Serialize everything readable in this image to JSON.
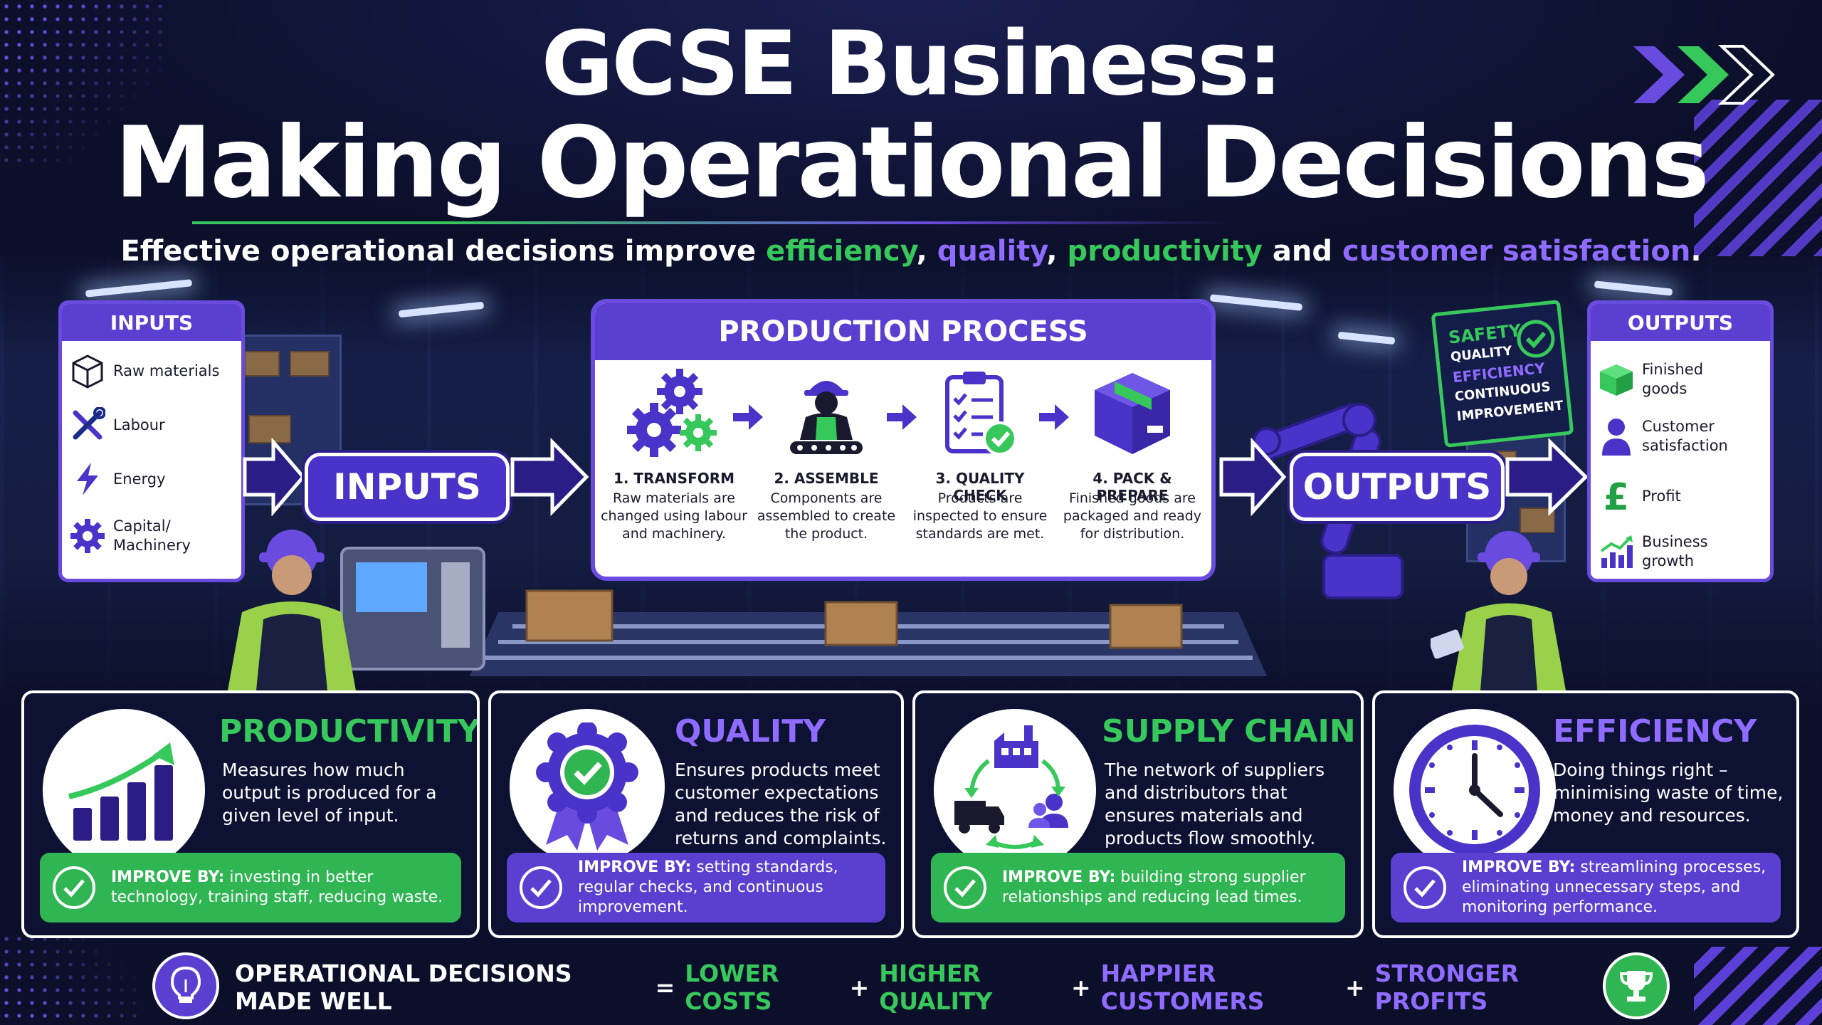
{
  "header": {
    "title_line1": "GCSE Business:",
    "title_line2": "Making Operational Decisions",
    "subtitle_pre": "Effective operational decisions improve",
    "subtitle_w1": "efficiency",
    "subtitle_sep1": ",",
    "subtitle_w2": "quality",
    "subtitle_sep2": ",",
    "subtitle_w3": "productivity",
    "subtitle_and": "and",
    "subtitle_w4": "customer satisfaction",
    "subtitle_end": "."
  },
  "inputs_card": {
    "title": "INPUTS",
    "items": [
      {
        "label": "Raw materials",
        "icon": "cube-icon"
      },
      {
        "label": "Labour",
        "icon": "tools-icon"
      },
      {
        "label": "Energy",
        "icon": "lightning-icon"
      },
      {
        "label": "Capital/ Machinery",
        "icon": "gear-icon"
      }
    ]
  },
  "flow": {
    "inputs_label": "INPUTS",
    "outputs_label": "OUTPUTS"
  },
  "process": {
    "title": "PRODUCTION PROCESS",
    "steps": [
      {
        "title": "1. TRANSFORM",
        "desc": "Raw materials are changed using labour and machinery.",
        "icon": "gears-icon"
      },
      {
        "title": "2. ASSEMBLE",
        "desc": "Components are assembled to create the product.",
        "icon": "worker-icon"
      },
      {
        "title": "3. QUALITY CHECK",
        "desc": "Products are inspected to ensure standards are met.",
        "icon": "clipboard-check-icon"
      },
      {
        "title": "4. PACK & PREPARE",
        "desc": "Finished goods are packaged and ready for distribution.",
        "icon": "package-icon"
      }
    ]
  },
  "sign": {
    "line1": "SAFETY",
    "line2": "QUALITY",
    "line3": "EFFICIENCY",
    "line4": "CONTINUOUS",
    "line5": "IMPROVEMENT"
  },
  "outputs_card": {
    "title": "OUTPUTS",
    "items": [
      {
        "label": "Finished goods",
        "icon": "box-icon"
      },
      {
        "label": "Customer satisfaction",
        "icon": "person-icon"
      },
      {
        "label": "Profit",
        "icon": "pound-icon"
      },
      {
        "label": "Business growth",
        "icon": "growth-chart-icon"
      }
    ]
  },
  "cards": [
    {
      "title": "PRODUCTIVITY",
      "desc": "Measures how much output is produced for a given level of input.",
      "improve_label": "IMPROVE BY:",
      "improve_text": "investing in better technology, training staff, reducing waste.",
      "accent": "#37c85c"
    },
    {
      "title": "QUALITY",
      "desc": "Ensures products meet customer expectations and reduces the risk of returns and complaints.",
      "improve_label": "IMPROVE BY:",
      "improve_text": "setting standards, regular checks, and continuous improvement.",
      "accent": "#8f6bff"
    },
    {
      "title": "SUPPLY CHAIN",
      "desc": "The network of suppliers and distributors that ensures materials and products flow smoothly.",
      "improve_label": "IMPROVE BY:",
      "improve_text": "building strong supplier relationships and reducing lead times.",
      "accent": "#37c85c"
    },
    {
      "title": "EFFICIENCY",
      "desc": "Doing things right – minimising waste of time, money and resources.",
      "improve_label": "IMPROVE BY:",
      "improve_text": "streamlining processes, eliminating unnecessary steps, and monitoring performance.",
      "accent": "#8f6bff"
    }
  ],
  "footer": {
    "lead": "OPERATIONAL DECISIONS MADE WELL",
    "eq": "=",
    "t1": "LOWER COSTS",
    "plus1": "+",
    "t2": "HIGHER QUALITY",
    "plus2": "+",
    "t3": "HAPPIER CUSTOMERS",
    "plus3": "+",
    "t4": "STRONGER PROFITS"
  },
  "colors": {
    "green": "#37c85c",
    "purple": "#5a3fd1",
    "purple_light": "#8f6bff",
    "navy": "#0b0f2a"
  }
}
